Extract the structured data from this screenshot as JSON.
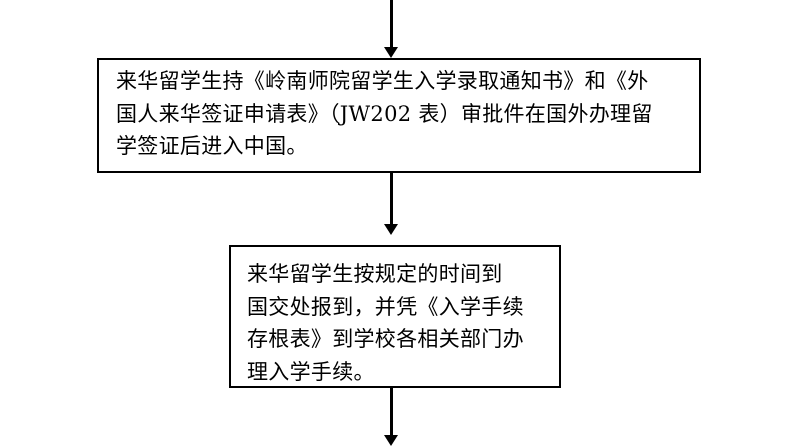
{
  "flowchart": {
    "steps": [
      {
        "lines": [
          "来华留学生持《岭南师院留学生入学录取通知书》和《外",
          "国人来华签证申请表》（JW202 表）审批件在国外办理留",
          "学签证后进入中国。"
        ]
      },
      {
        "lines": [
          "来华留学生按规定的时间到",
          "国交处报到，并凭《入学手续",
          "存根表》到学校各相关部门办",
          "理入学手续。"
        ]
      }
    ]
  }
}
